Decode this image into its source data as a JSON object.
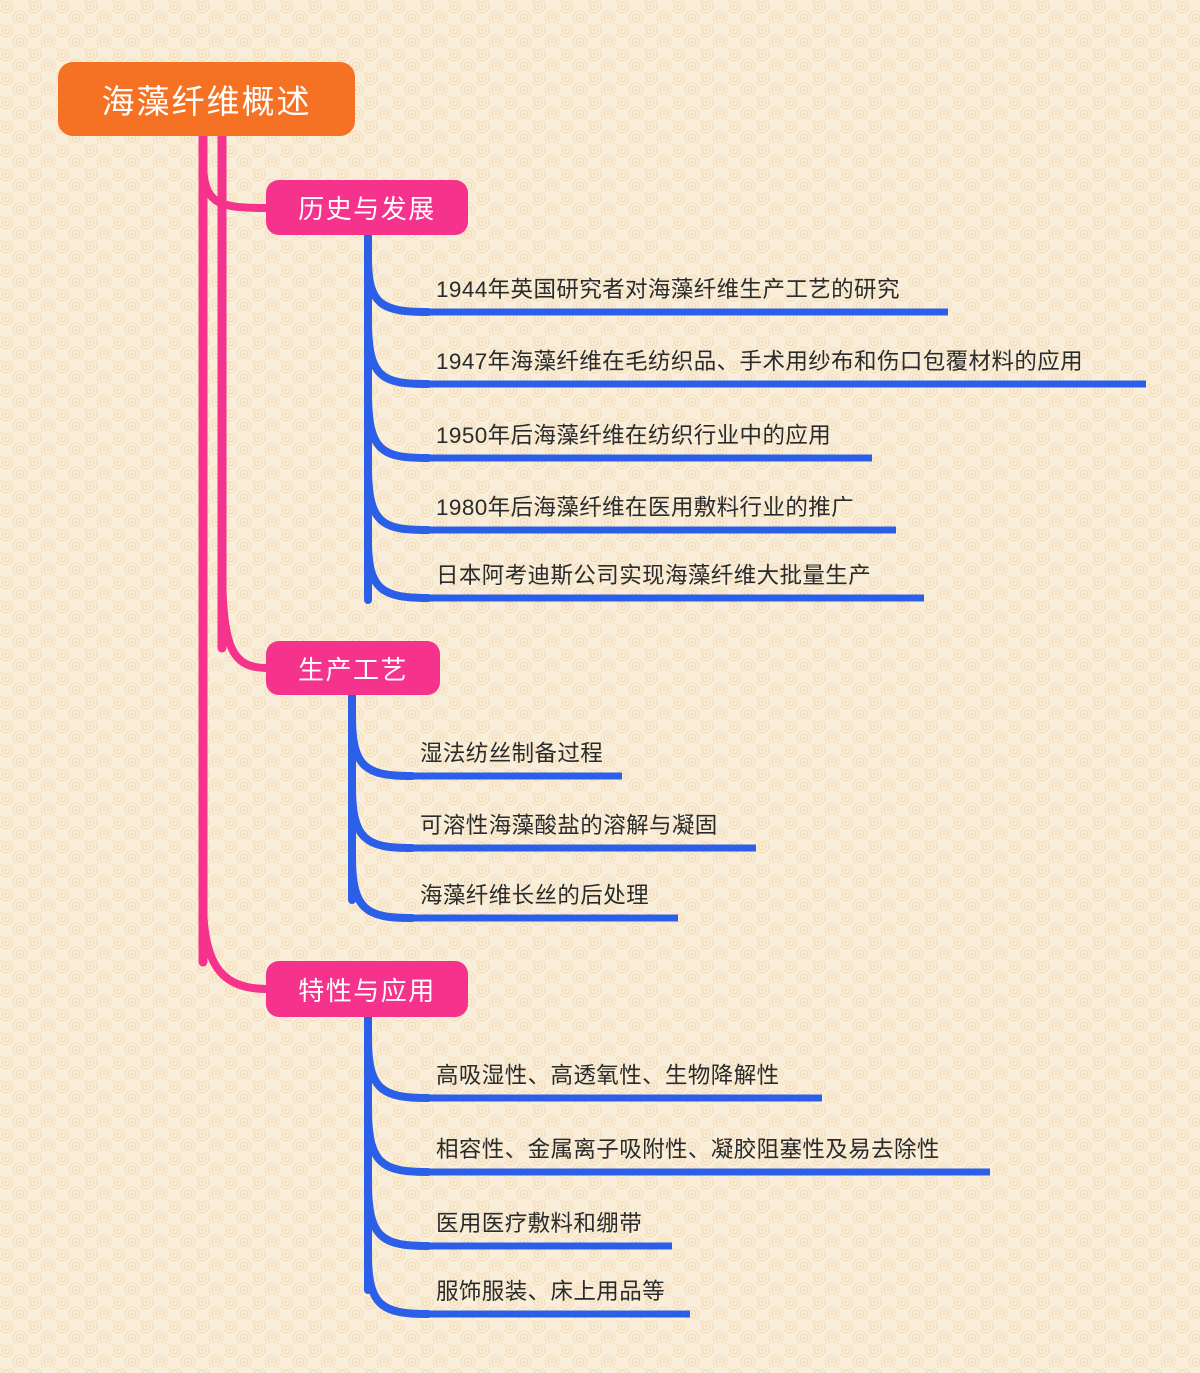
{
  "diagram": {
    "type": "mind-map",
    "title": "海藻纤维概述",
    "colors": {
      "background": "#f9eeda",
      "root_node": "#f57224",
      "topic_node": "#f5328c",
      "root_branch_line": "#f5328c",
      "leaf_branch_line": "#2b5fe8",
      "leaf_underline": "#2b5fe8",
      "node_text": "#ffffff",
      "leaf_text": "#2b2b2b"
    },
    "root": {
      "label": "海藻纤维概述"
    },
    "topics": [
      {
        "label": "历史与发展",
        "leaves": [
          "1944年英国研究者对海藻纤维生产工艺的研究",
          "1947年海藻纤维在毛纺织品、手术用纱布和伤口包覆材料的应用",
          "1950年后海藻纤维在纺织行业中的应用",
          "1980年后海藻纤维在医用敷料行业的推广",
          "日本阿考迪斯公司实现海藻纤维大批量生产"
        ]
      },
      {
        "label": "生产工艺",
        "leaves": [
          "湿法纺丝制备过程",
          "可溶性海藻酸盐的溶解与凝固",
          "海藻纤维长丝的后处理"
        ]
      },
      {
        "label": "特性与应用",
        "leaves": [
          "高吸湿性、高透氧性、生物降解性",
          "相容性、金属离子吸附性、凝胶阻塞性及易去除性",
          "医用医疗敷料和绷带",
          "服饰服装、床上用品等"
        ]
      }
    ]
  }
}
